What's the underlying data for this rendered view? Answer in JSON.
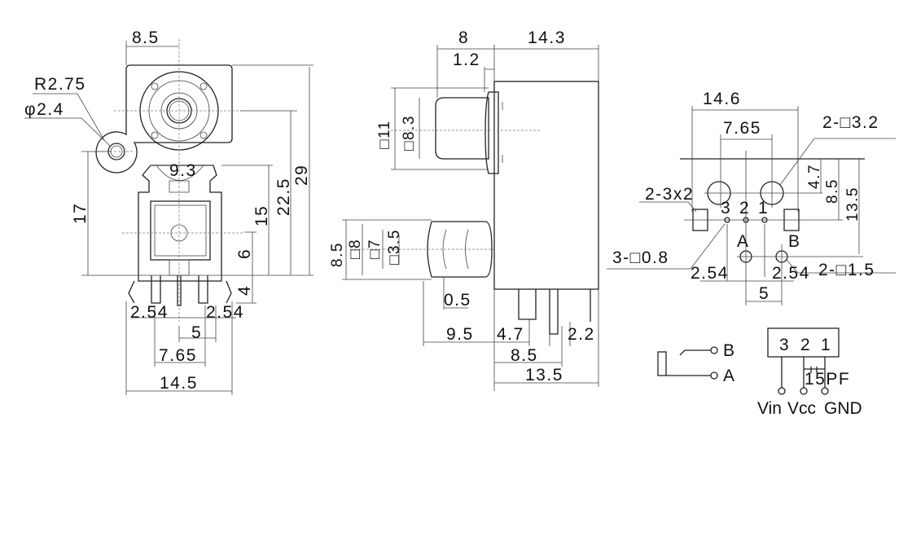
{
  "front_view": {
    "dims": [
      "8.5",
      "R2.75",
      "φ2.4",
      "9.3",
      "17",
      "15",
      "22.5",
      "29",
      "6",
      "4",
      "2.54",
      "2.54",
      "5",
      "7.65",
      "14.5"
    ]
  },
  "side_view": {
    "dims": [
      "8",
      "14.3",
      "1.2",
      "□11",
      "□8.3",
      "8.5",
      "□8",
      "□7",
      "□3.5",
      "0.5",
      "9.5",
      "4.7",
      "2.2",
      "8.5",
      "13.5"
    ]
  },
  "pcb_layout": {
    "dims": [
      "14.6",
      "7.65",
      "2-□3.2",
      "2-3x2",
      "4.7",
      "8.5",
      "13.5",
      "3",
      "2",
      "1",
      "A",
      "B",
      "3-□0.8",
      "2.54",
      "2.54",
      "2-□1.5",
      "5"
    ]
  },
  "schematic": {
    "switch_b": "B",
    "switch_a": "A",
    "pins": [
      "3",
      "2",
      "1"
    ],
    "capacitor": "15PF",
    "outputs": [
      "Vin",
      "Vcc",
      "GND"
    ]
  }
}
